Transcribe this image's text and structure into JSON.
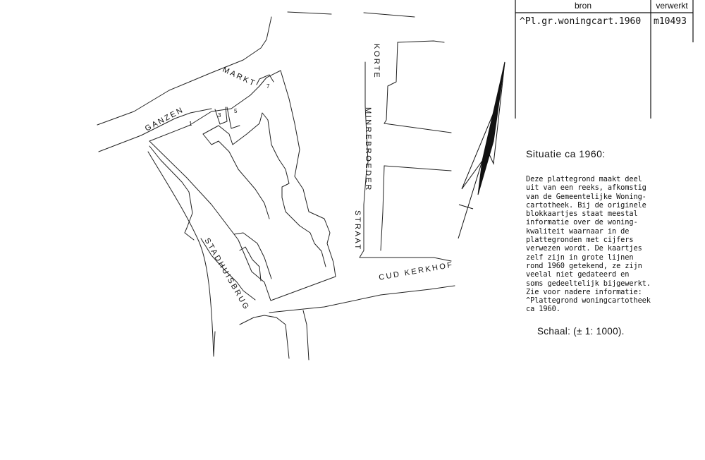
{
  "table": {
    "header_bron": "bron",
    "header_verwerkt": "verwerkt",
    "cell_bron": "^Pl.gr.woningcart.1960",
    "cell_verwerkt": "m10493"
  },
  "streets": {
    "ganzen": "GANZEN",
    "markt": "MARKT",
    "korte": "KORTE",
    "minrebroeder": "MINREBROEDER",
    "straat": "STRAAT",
    "oud_kerkhof": "CUD KERKHOF",
    "stadhuisbrug": "STADHUISBRUG"
  },
  "plots": {
    "p1": "1",
    "p3": "3",
    "p5": "5",
    "p7": "7"
  },
  "info": {
    "title": "Situatie ca 1960:",
    "body": "Deze plattegrond maakt deel\nuit van een reeks, afkomstig\nvan de Gemeentelijke Woning-\ncartotheek. Bij de originele\nblokkaartjes staat meestal\ninformatie over de woning-\nkwaliteit waarnaar in de\nplattegronden met cijfers\nverwezen wordt. De kaartjes\nzelf zijn in grote lijnen\nrond 1960 getekend, ze zijn\nveelal niet gedateerd en\nsoms gedeeltelijk bijgewerkt.\nZie voor nadere informatie:\n^Plattegrond woningcartotheek\nca 1960.",
    "scale": "Schaal: (± 1: 1000)."
  },
  "icons": {
    "north_arrow": "north-arrow-icon"
  }
}
